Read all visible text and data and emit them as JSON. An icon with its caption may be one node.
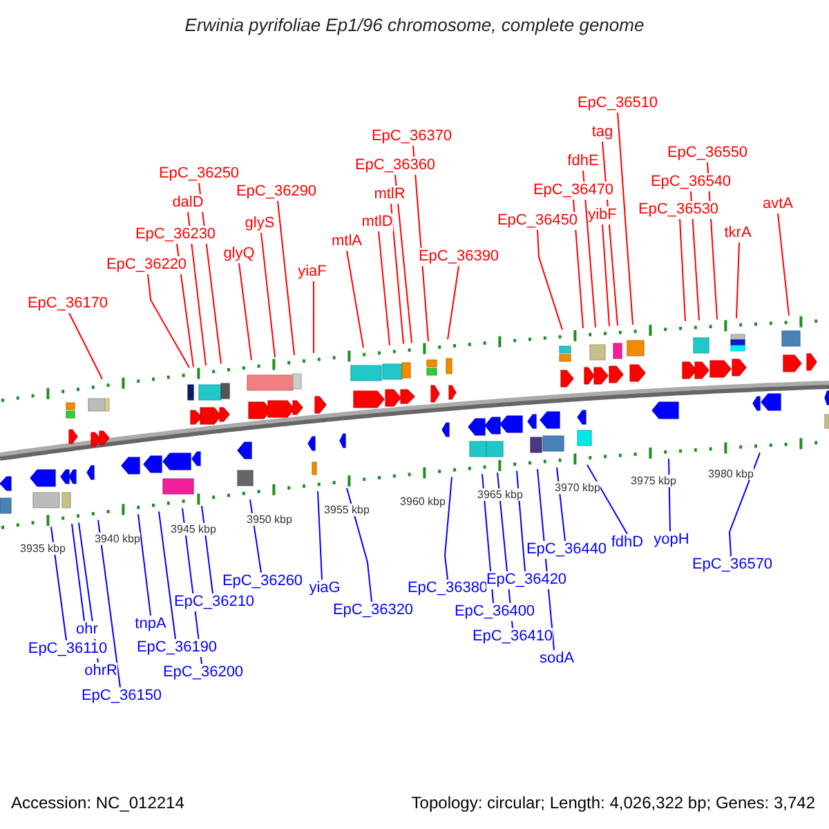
{
  "diagram": {
    "title": "Erwinia pyrifoliae Ep1/96 chromosome, complete genome",
    "nodes": [
      {
        "text": [
          "EpC_36170"
        ]
      },
      {
        "text": [
          "EpC_36220"
        ]
      },
      {
        "text": [
          "EpC_36230"
        ]
      },
      {
        "text": [
          "dalD"
        ]
      },
      {
        "text": [
          "EpC_36250"
        ]
      },
      {
        "text": [
          "glyQ"
        ]
      },
      {
        "text": [
          "glyS"
        ]
      },
      {
        "text": [
          "EpC_36290"
        ]
      },
      {
        "text": [
          "yiaF"
        ]
      },
      {
        "text": [
          "mtlA"
        ]
      },
      {
        "text": [
          "mtlD"
        ]
      },
      {
        "text": [
          "mtlR"
        ]
      },
      {
        "text": [
          "EpC_36360"
        ]
      },
      {
        "text": [
          "EpC_36370"
        ]
      },
      {
        "text": [
          "EpC_36390"
        ]
      },
      {
        "text": [
          "EpC_36450"
        ]
      },
      {
        "text": [
          "EpC_36470"
        ]
      },
      {
        "text": [
          "fdhE"
        ]
      },
      {
        "text": [
          "yibF"
        ]
      },
      {
        "text": [
          "tag"
        ]
      },
      {
        "text": [
          "EpC_36510"
        ]
      },
      {
        "text": [
          "EpC_36530"
        ]
      },
      {
        "text": [
          "EpC_36540"
        ]
      },
      {
        "text": [
          "EpC_36550"
        ]
      },
      {
        "text": [
          "tkrA"
        ]
      },
      {
        "text": [
          "avtA"
        ]
      },
      {
        "text": [
          "EpC_36110"
        ]
      },
      {
        "text": [
          "ohr"
        ]
      },
      {
        "text": [
          "ohrR"
        ]
      },
      {
        "text": [
          "EpC_36150"
        ]
      },
      {
        "text": [
          "tnpA"
        ]
      },
      {
        "text": [
          "EpC_36190"
        ]
      },
      {
        "text": [
          "EpC_36200"
        ]
      },
      {
        "text": [
          "EpC_36210"
        ]
      },
      {
        "text": [
          "EpC_36260"
        ]
      },
      {
        "text": [
          "yiaG"
        ]
      },
      {
        "text": [
          "EpC_36320"
        ]
      },
      {
        "text": [
          "EpC_36380"
        ]
      },
      {
        "text": [
          "EpC_36400"
        ]
      },
      {
        "text": [
          "EpC_36410"
        ]
      },
      {
        "text": [
          "EpC_36420"
        ]
      },
      {
        "text": [
          "sodA"
        ]
      },
      {
        "text": [
          "EpC_36440"
        ]
      },
      {
        "text": [
          "fdhD"
        ]
      },
      {
        "text": [
          "yopH"
        ]
      },
      {
        "text": [
          "EpC_36570"
        ]
      }
    ],
    "edges": [
      {
        "from": 0,
        "to": null,
        "arrow": "none"
      },
      {
        "from": 1,
        "to": null,
        "arrow": "none"
      },
      {
        "from": 2,
        "to": null,
        "arrow": "none"
      },
      {
        "from": 3,
        "to": null,
        "arrow": "none"
      },
      {
        "from": 4,
        "to": null,
        "arrow": "none"
      },
      {
        "from": 5,
        "to": null,
        "arrow": "none"
      },
      {
        "from": 6,
        "to": null,
        "arrow": "none"
      },
      {
        "from": 7,
        "to": null,
        "arrow": "none"
      },
      {
        "from": 8,
        "to": null,
        "arrow": "none"
      },
      {
        "from": 9,
        "to": null,
        "arrow": "none"
      },
      {
        "from": 10,
        "to": null,
        "arrow": "none"
      },
      {
        "from": 11,
        "to": null,
        "arrow": "none"
      },
      {
        "from": 12,
        "to": null,
        "arrow": "none"
      },
      {
        "from": 13,
        "to": null,
        "arrow": "none"
      },
      {
        "from": 14,
        "to": null,
        "arrow": "none"
      },
      {
        "from": 15,
        "to": null,
        "arrow": "none"
      },
      {
        "from": 16,
        "to": null,
        "arrow": "none"
      },
      {
        "from": 17,
        "to": null,
        "arrow": "none"
      },
      {
        "from": 18,
        "to": null,
        "arrow": "none"
      },
      {
        "from": 19,
        "to": null,
        "arrow": "none"
      },
      {
        "from": 20,
        "to": null,
        "arrow": "none"
      },
      {
        "from": 21,
        "to": null,
        "arrow": "none"
      },
      {
        "from": 22,
        "to": null,
        "arrow": "none"
      },
      {
        "from": 23,
        "to": null,
        "arrow": "none"
      },
      {
        "from": 24,
        "to": null,
        "arrow": "none"
      },
      {
        "from": 25,
        "to": null,
        "arrow": "none"
      },
      {
        "from": 26,
        "to": null,
        "arrow": "none",
        "color": "#0000ff"
      },
      {
        "from": 27,
        "to": null,
        "arrow": "none",
        "color": "#0000ff"
      },
      {
        "from": 28,
        "to": null,
        "arrow": "none",
        "color": "#0000ff"
      },
      {
        "from": 29,
        "to": null,
        "arrow": "none",
        "color": "#0000ff"
      },
      {
        "from": 30,
        "to": null,
        "arrow": "none",
        "color": "#0000ff"
      },
      {
        "from": 31,
        "to": null,
        "arrow": "none",
        "color": "#0000ff"
      },
      {
        "from": 32,
        "to": null,
        "arrow": "none",
        "color": "#0000ff"
      },
      {
        "from": 33,
        "to": null,
        "arrow": "none",
        "color": "#0000ff"
      },
      {
        "from": 34,
        "to": null,
        "arrow": "none",
        "color": "#0000ff"
      },
      {
        "from": 35,
        "to": null,
        "arrow": "none",
        "color": "#0000ff"
      },
      {
        "from": 36,
        "to": null,
        "arrow": "none",
        "color": "#0000ff"
      },
      {
        "from": 37,
        "to": null,
        "arrow": "none",
        "color": "#0000ff"
      },
      {
        "from": 38,
        "to": null,
        "arrow": "none",
        "color": "#0000ff"
      },
      {
        "from": 39,
        "to": null,
        "arrow": "none",
        "color": "#0000ff"
      },
      {
        "from": 40,
        "to": null,
        "arrow": "none",
        "color": "#0000ff"
      },
      {
        "from": 41,
        "to": null,
        "arrow": "none",
        "color": "#0000ff"
      },
      {
        "from": 42,
        "to": null,
        "arrow": "none",
        "color": "#0000ff"
      },
      {
        "from": 43,
        "to": null,
        "arrow": "none",
        "color": "#0000ff"
      },
      {
        "from": 44,
        "to": null,
        "arrow": "none",
        "color": "#0000ff"
      },
      {
        "from": 45,
        "to": null,
        "arrow": "none",
        "color": "#0000ff"
      }
    ],
    "labels": [
      "3935 kbp",
      "3940 kbp",
      "3945 kbp",
      "3950 kbp",
      "3955 kbp",
      "3960 kbp",
      "3965 kbp",
      "3970 kbp",
      "3975 kbp",
      "3980 kbp",
      "Accession: NC_012214",
      "Topology: circular; Length: 4,026,322 bp; Genes: 3,742"
    ]
  }
}
